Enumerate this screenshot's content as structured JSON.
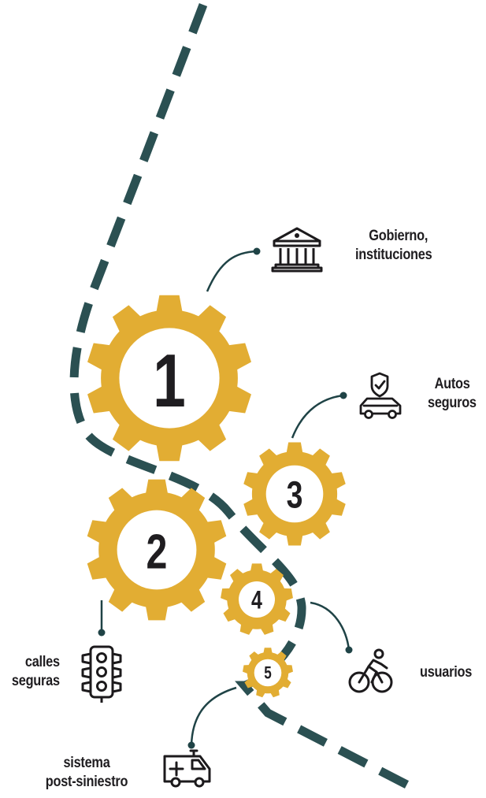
{
  "colors": {
    "gear": "#e2ad33",
    "dash": "#2b5052",
    "connector": "#1f4346",
    "icon": "#1c1a1c",
    "text": "#1f1d20"
  },
  "gears": [
    {
      "number": "1"
    },
    {
      "number": "2"
    },
    {
      "number": "3"
    },
    {
      "number": "4"
    },
    {
      "number": "5"
    }
  ],
  "labels": {
    "gobierno": {
      "line1": "Gobierno,",
      "line2": "instituciones",
      "icon": "government-building-icon"
    },
    "autos": {
      "line1": "Autos",
      "line2": "seguros",
      "icon": "safe-car-icon"
    },
    "calles": {
      "line1": "calles",
      "line2": "seguras",
      "icon": "traffic-light-icon"
    },
    "usuarios": {
      "line1": "usuarios",
      "icon": "cyclist-icon"
    },
    "sistema": {
      "line1": "sistema",
      "line2": "post-siniestro",
      "icon": "ambulance-icon"
    }
  }
}
